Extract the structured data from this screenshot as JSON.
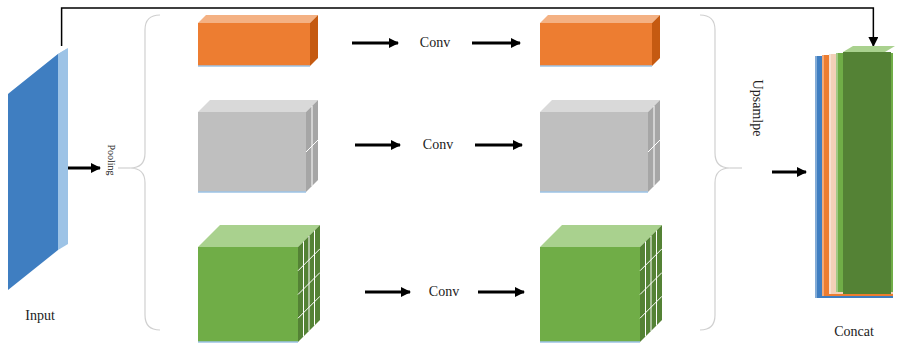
{
  "diagram": {
    "nodes": [
      {
        "text": [
          "Input"
        ]
      },
      {
        "text": [
          "Concat"
        ]
      }
    ],
    "edges": [
      {
        "from": 0,
        "to": 1,
        "arrow": "to"
      }
    ],
    "labels": [
      "Pooling",
      "Conv",
      "Conv",
      "Conv",
      "Upsamlpe"
    ]
  }
}
